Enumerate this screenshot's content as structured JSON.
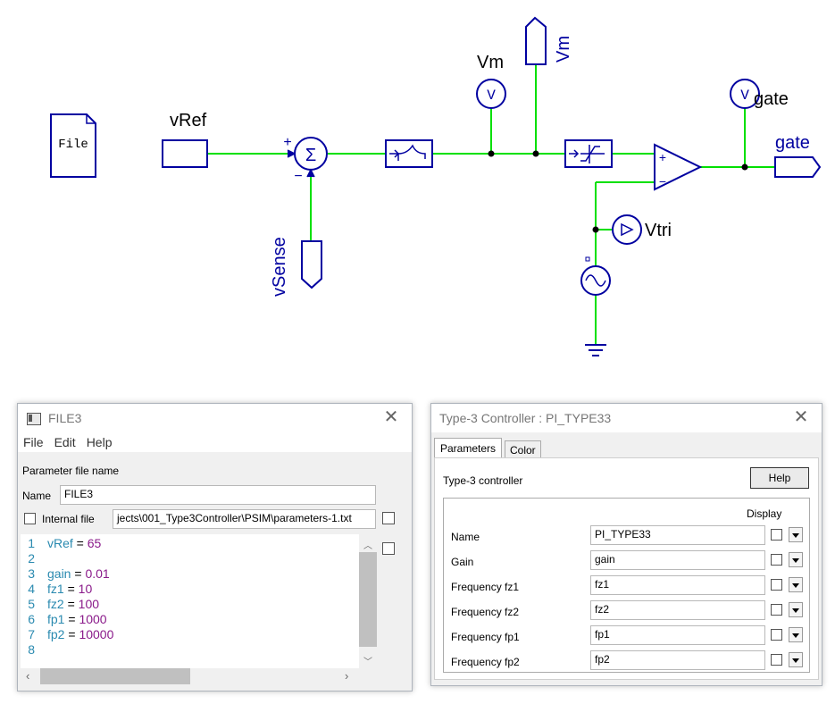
{
  "schematic": {
    "file_block": "File",
    "vref_label": "vRef",
    "vsense_label": "vSense",
    "sum_symbol": "Σ",
    "vm_label": "Vm",
    "vm_port_label": "Vm",
    "voltmeter_symbol": "V",
    "vgate_label": "gate",
    "gate_label": "gate",
    "vtri_label": "Vtri",
    "plus_sign": "+",
    "minus_sign": "−",
    "colors": {
      "component": "#0000a0",
      "wire": "#00e000",
      "node": "#000000"
    }
  },
  "file_dialog": {
    "title": "FILE3",
    "menu": [
      "File",
      "Edit",
      "Help"
    ],
    "param_file_label": "Parameter file name",
    "name_label": "Name",
    "name_value": "FILE3",
    "internal_file_label": "Internal file",
    "path_value": "jects\\001_Type3Controller\\PSIM\\parameters-1.txt",
    "lines": [
      {
        "num": "1",
        "key": "vRef",
        "value": "65"
      },
      {
        "num": "2",
        "key": "",
        "value": ""
      },
      {
        "num": "3",
        "key": "gain",
        "value": "0.01"
      },
      {
        "num": "4",
        "key": "fz1",
        "value": "10"
      },
      {
        "num": "5",
        "key": "fz2",
        "value": "100"
      },
      {
        "num": "6",
        "key": "fp1",
        "value": "1000"
      },
      {
        "num": "7",
        "key": "fp2",
        "value": "10000"
      },
      {
        "num": "8",
        "key": "",
        "value": ""
      }
    ]
  },
  "controller_dialog": {
    "title": "Type-3 Controller : PI_TYPE33",
    "tabs": [
      "Parameters",
      "Color"
    ],
    "heading": "Type-3 controller",
    "help_label": "Help",
    "display_label": "Display",
    "params": [
      {
        "label": "Name",
        "value": "PI_TYPE33"
      },
      {
        "label": "Gain",
        "value": "gain"
      },
      {
        "label": "Frequency fz1",
        "value": "fz1"
      },
      {
        "label": "Frequency fz2",
        "value": "fz2"
      },
      {
        "label": "Frequency fp1",
        "value": "fp1"
      },
      {
        "label": "Frequency fp2",
        "value": "fp2"
      }
    ]
  }
}
